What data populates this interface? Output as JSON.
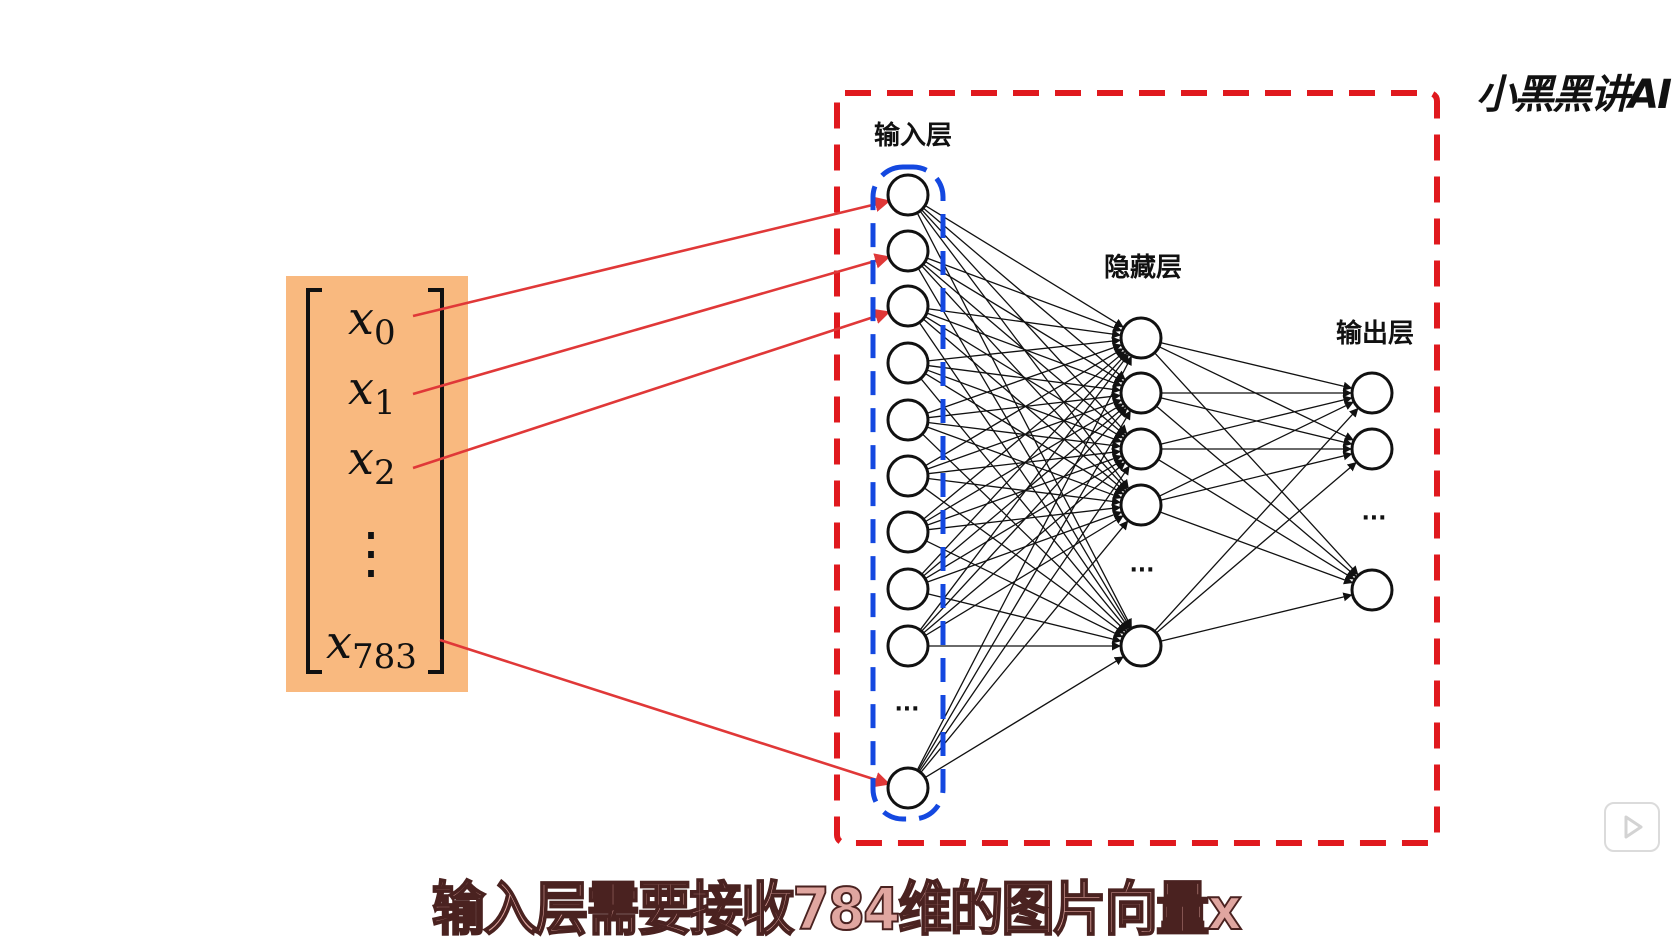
{
  "vector": {
    "entries": [
      {
        "base": "x",
        "sub": "0"
      },
      {
        "base": "x",
        "sub": "1"
      },
      {
        "base": "x",
        "sub": "2"
      },
      {
        "base": "x",
        "sub": "783"
      }
    ],
    "vdots": "⋮",
    "fill": "#F9B97F"
  },
  "network": {
    "input_label": "输入层",
    "hidden_label": "隐藏层",
    "output_label": "输出层",
    "ellipsis": "···",
    "input_visible_nodes": 10,
    "hidden_visible_nodes": 5,
    "output_visible_nodes": 3
  },
  "colors": {
    "frame": "#E0191E",
    "input_highlight": "#1448E0",
    "mapping_arrows": "#E03838",
    "edges": "#111111"
  },
  "subtitle": "输入层需要接收784维的图片向量x",
  "watermark": "小黑黑讲AI"
}
